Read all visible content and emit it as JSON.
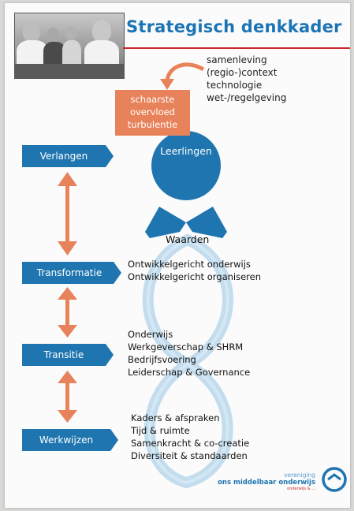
{
  "title": "Strategisch denkkader",
  "context_factors": [
    "samenleving",
    "(regio-)context",
    "technologie",
    "wet-/regelgeving"
  ],
  "pressures": [
    "schaarste",
    "overvloed",
    "turbulentie"
  ],
  "center_node": "Leerlingen",
  "values_label": "Waarden",
  "stages": [
    {
      "label": "Verlangen",
      "items": []
    },
    {
      "label": "Transformatie",
      "items": [
        "Ontwikkelgericht onderwijs",
        "Ontwikkelgericht organiseren"
      ]
    },
    {
      "label": "Transitie",
      "items": [
        "Onderwijs",
        "Werkgeverschap & SHRM",
        "Bedrijfsvoering",
        "Leiderschap & Governance"
      ]
    },
    {
      "label": "Werkwijzen",
      "items": [
        "Kaders & afspraken",
        "Tijd & ruimte",
        "Samenkracht & co-creatie",
        "Diversiteit & standaarden"
      ]
    }
  ],
  "footer": {
    "line1": "vereniging",
    "line2": "ons middelbaar onderwijs",
    "line3": "onderwijs & ..."
  },
  "colors": {
    "primary": "#1f75b0",
    "accent": "#e8825a",
    "rule": "#c8282e",
    "loop": "#bcd9ec"
  }
}
